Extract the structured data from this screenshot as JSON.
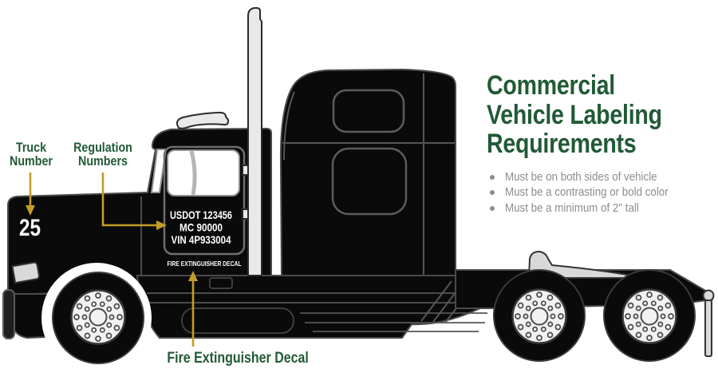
{
  "colors": {
    "green": "#215a36",
    "gold": "#c49d28",
    "gray": "#8c8c8c"
  },
  "title": {
    "lines": [
      "Commercial",
      "Vehicle Labeling",
      "Requirements"
    ]
  },
  "requirements": {
    "items": [
      "Must be on both sides of vehicle",
      "Must be a contrasting or bold color",
      "Must be a minimum of 2\" tall"
    ]
  },
  "callouts": {
    "truck_number": {
      "line1": "Truck",
      "line2": "Number"
    },
    "regulation_numbers": {
      "line1": "Regulation",
      "line2": "Numbers"
    },
    "fire_extinguisher": {
      "label": "Fire Extinguisher Decal"
    }
  },
  "truck": {
    "truck_number": "25",
    "regulation": {
      "usdot": "USDOT 123456",
      "mc": "MC 90000",
      "vin": "VIN 4P933004"
    },
    "fire_decal": "FIRE EXTINGUISHER DECAL"
  }
}
